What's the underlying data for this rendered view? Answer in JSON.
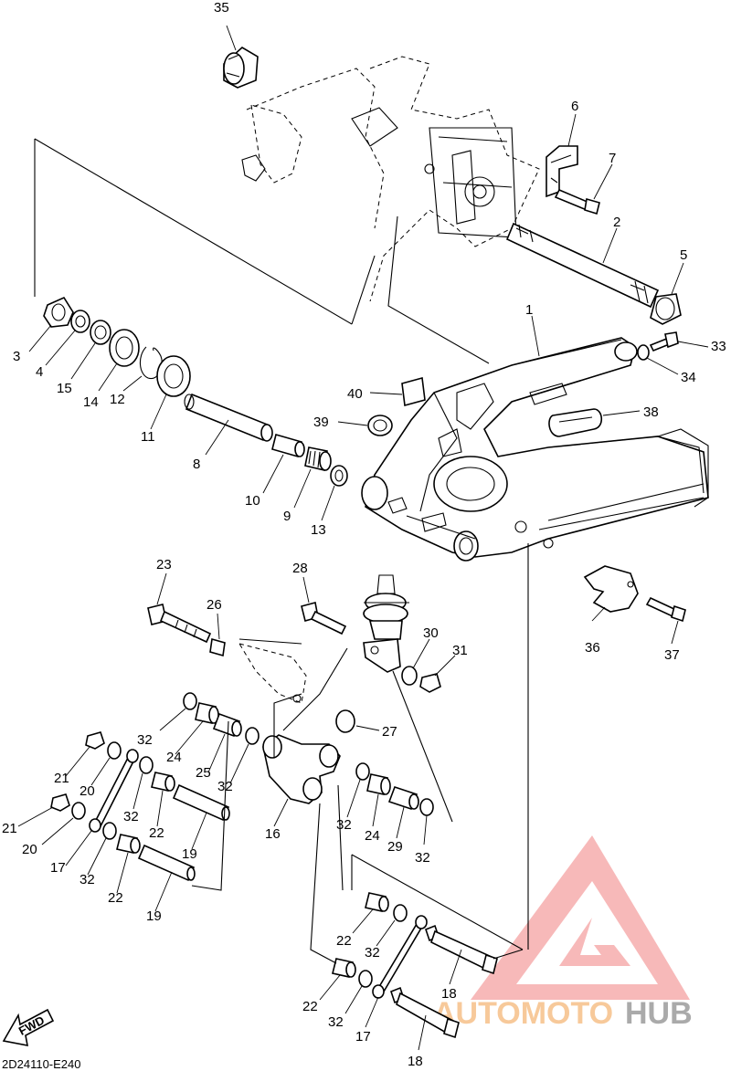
{
  "diagram_code": "2D24110-E240",
  "fwd_label": "FWD",
  "watermark": {
    "brand_left": "AUTOMOTO",
    "brand_right": "HUB",
    "color_left": "#f7c99a",
    "color_right": "#aaaaaa",
    "triangle_color": "#f08080"
  },
  "callouts": [
    {
      "id": "c35",
      "text": "35"
    },
    {
      "id": "c6",
      "text": "6"
    },
    {
      "id": "c7",
      "text": "7"
    },
    {
      "id": "c2",
      "text": "2"
    },
    {
      "id": "c5",
      "text": "5"
    },
    {
      "id": "c1",
      "text": "1"
    },
    {
      "id": "c33",
      "text": "33"
    },
    {
      "id": "c34",
      "text": "34"
    },
    {
      "id": "c3",
      "text": "3"
    },
    {
      "id": "c4",
      "text": "4"
    },
    {
      "id": "c15",
      "text": "15"
    },
    {
      "id": "c14",
      "text": "14"
    },
    {
      "id": "c12",
      "text": "12"
    },
    {
      "id": "c11",
      "text": "11"
    },
    {
      "id": "c40",
      "text": "40"
    },
    {
      "id": "c38",
      "text": "38"
    },
    {
      "id": "c39",
      "text": "39"
    },
    {
      "id": "c8",
      "text": "8"
    },
    {
      "id": "c10",
      "text": "10"
    },
    {
      "id": "c9",
      "text": "9"
    },
    {
      "id": "c13",
      "text": "13"
    },
    {
      "id": "c23",
      "text": "23"
    },
    {
      "id": "c28",
      "text": "28"
    },
    {
      "id": "c26",
      "text": "26"
    },
    {
      "id": "c36",
      "text": "36"
    },
    {
      "id": "c37",
      "text": "37"
    },
    {
      "id": "c30",
      "text": "30"
    },
    {
      "id": "c31",
      "text": "31"
    },
    {
      "id": "c27",
      "text": "27"
    },
    {
      "id": "c32a",
      "text": "32"
    },
    {
      "id": "c24a",
      "text": "24"
    },
    {
      "id": "c25",
      "text": "25"
    },
    {
      "id": "c32b",
      "text": "32"
    },
    {
      "id": "c21a",
      "text": "21"
    },
    {
      "id": "c20a",
      "text": "20"
    },
    {
      "id": "c32c",
      "text": "32"
    },
    {
      "id": "c22a",
      "text": "22"
    },
    {
      "id": "c16",
      "text": "16"
    },
    {
      "id": "c32d",
      "text": "32"
    },
    {
      "id": "c24b",
      "text": "24"
    },
    {
      "id": "c29",
      "text": "29"
    },
    {
      "id": "c32e",
      "text": "32"
    },
    {
      "id": "c21b",
      "text": "21"
    },
    {
      "id": "c20b",
      "text": "20"
    },
    {
      "id": "c19a",
      "text": "19"
    },
    {
      "id": "c17a",
      "text": "17"
    },
    {
      "id": "c32f",
      "text": "32"
    },
    {
      "id": "c22b",
      "text": "22"
    },
    {
      "id": "c19b",
      "text": "19"
    },
    {
      "id": "c22c",
      "text": "22"
    },
    {
      "id": "c32g",
      "text": "32"
    },
    {
      "id": "c18a",
      "text": "18"
    },
    {
      "id": "c22d",
      "text": "22"
    },
    {
      "id": "c32h",
      "text": "32"
    },
    {
      "id": "c17b",
      "text": "17"
    },
    {
      "id": "c18b",
      "text": "18"
    }
  ]
}
